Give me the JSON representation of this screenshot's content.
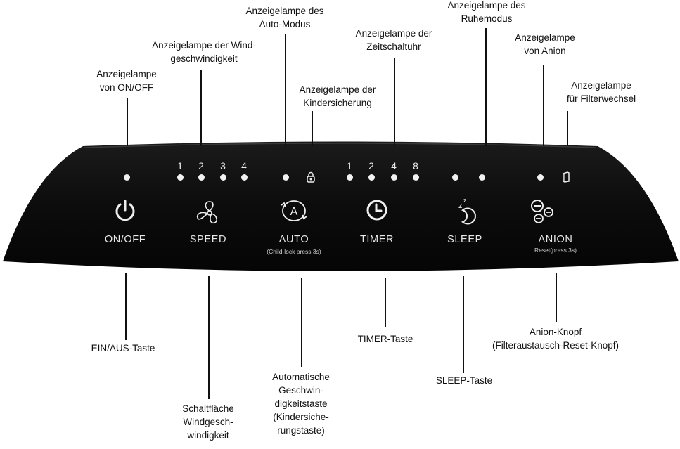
{
  "panel": {
    "buttons": {
      "onoff": "ON/OFF",
      "speed": "SPEED",
      "auto": "AUTO",
      "auto_sub": "(Child-lock press 3s)",
      "timer": "TIMER",
      "sleep": "SLEEP",
      "anion": "ANION",
      "anion_sub": "Reset(press 3s)"
    },
    "speed_levels": [
      "1",
      "2",
      "3",
      "4"
    ],
    "timer_hours": [
      "1",
      "2",
      "4",
      "8"
    ],
    "icons": {
      "onoff": "power-icon",
      "speed": "fan-icon",
      "auto": "auto-a-icon",
      "timer": "clock-icon",
      "sleep": "moon-zz-icon",
      "anion": "ion-icon",
      "child_lock": "lock-icon",
      "filter": "filter-icon"
    }
  },
  "labels": {
    "top": {
      "onoff_lamp": "Anzeigelampe\nvon ON/OFF",
      "speed_lamp": "Anzeigelampe der Wind-\ngeschwindigkeit",
      "auto_lamp": "Anzeigelampe des\nAuto-Modus",
      "childlock_lamp": "Anzeigelampe der\nKindersicherung",
      "timer_lamp": "Anzeigelampe der\nZeitschaltuhr",
      "sleep_lamp": "Anzeigelampe des\nRuhemodus",
      "anion_lamp": "Anzeigelampe\nvon Anion",
      "filter_lamp": "Anzeigelampe\nfür Filterwechsel"
    },
    "bottom": {
      "onoff_button": "EIN/AUS-Taste",
      "speed_button": "Schaltfläche\nWindgesch-\nwindigkeit",
      "auto_button": "Automatische\nGeschwin-\ndigkeitstaste\n(Kindersiche-\nrungstaste)",
      "timer_button": "TIMER-Taste",
      "sleep_button": "SLEEP-Taste",
      "anion_button": "Anion-Knopf\n(Filteraustausch-Reset-Knopf)"
    }
  },
  "colors": {
    "panel": "#0d0d0d",
    "panel_text": "#e8e8e8",
    "label_text": "#111111"
  }
}
